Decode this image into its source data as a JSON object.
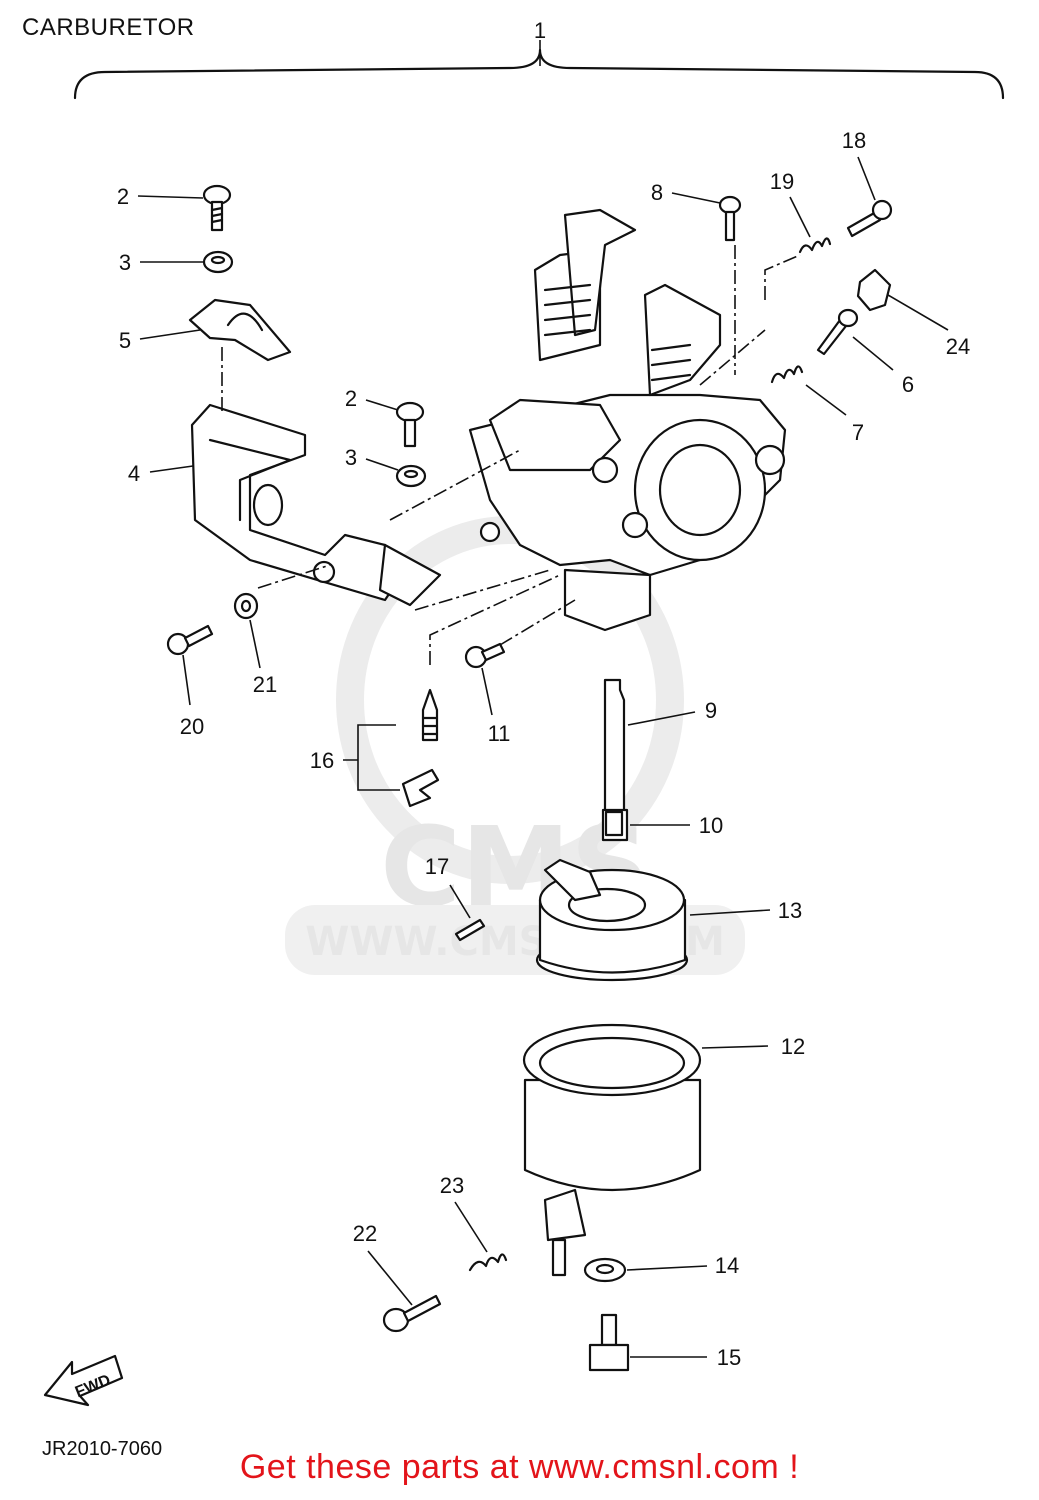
{
  "diagram": {
    "title": "CARBURETOR",
    "code": "JR2010-7060",
    "fwd_label": "FWD",
    "assembly_callout": "1",
    "callouts": [
      "2",
      "3",
      "5",
      "4",
      "2",
      "3",
      "21",
      "20",
      "16",
      "11",
      "17",
      "8",
      "19",
      "18",
      "24",
      "6",
      "7",
      "9",
      "10",
      "13",
      "12",
      "23",
      "22",
      "14",
      "15"
    ]
  },
  "watermark": {
    "logo_text": "CMS",
    "url_text": "WWW.CMSNL.COM"
  },
  "promo": {
    "text": "Get these parts at www.cmsnl.com !",
    "color": "#e3141a"
  }
}
